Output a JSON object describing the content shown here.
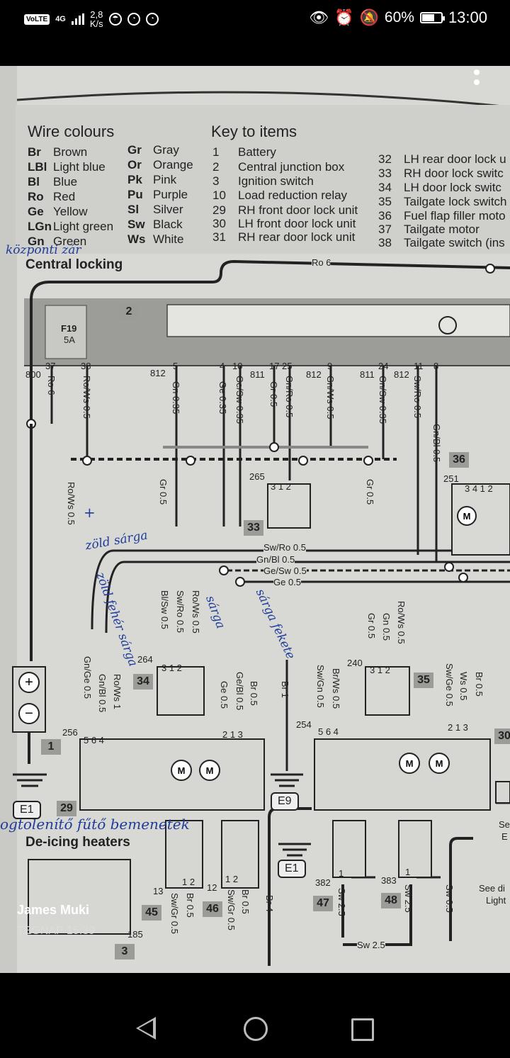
{
  "status_bar": {
    "volte": "VoLTE",
    "network": "4G",
    "speed_value": "2,8",
    "speed_unit": "K/s",
    "battery": "60%",
    "time": "13:00"
  },
  "viewer": {
    "sender_name": "James Muki",
    "sent_time": "TEGNAP 15:39"
  },
  "diagram": {
    "wire_colours_title": "Wire colours",
    "key_title": "Key to items",
    "wire_colours": [
      {
        "code": "Br",
        "name": "Brown"
      },
      {
        "code": "LBl",
        "name": "Light blue"
      },
      {
        "code": "Bl",
        "name": "Blue"
      },
      {
        "code": "Ro",
        "name": "Red"
      },
      {
        "code": "Ge",
        "name": "Yellow"
      },
      {
        "code": "LGn",
        "name": "Light green"
      },
      {
        "code": "Gn",
        "name": "Green"
      },
      {
        "code": "Gr",
        "name": "Gray"
      },
      {
        "code": "Or",
        "name": "Orange"
      },
      {
        "code": "Pk",
        "name": "Pink"
      },
      {
        "code": "Pu",
        "name": "Purple"
      },
      {
        "code": "Sl",
        "name": "Silver"
      },
      {
        "code": "Sw",
        "name": "Black"
      },
      {
        "code": "Ws",
        "name": "White"
      }
    ],
    "items_a": [
      {
        "num": "1",
        "name": "Battery"
      },
      {
        "num": "2",
        "name": "Central junction box"
      },
      {
        "num": "3",
        "name": "Ignition switch"
      },
      {
        "num": "10",
        "name": "Load reduction relay"
      },
      {
        "num": "29",
        "name": "RH front door lock unit"
      },
      {
        "num": "30",
        "name": "LH front door lock unit"
      },
      {
        "num": "31",
        "name": "RH rear door lock unit"
      }
    ],
    "items_b": [
      {
        "num": "32",
        "name": "LH rear door lock u"
      },
      {
        "num": "33",
        "name": "RH door lock switc"
      },
      {
        "num": "34",
        "name": "LH door lock switc"
      },
      {
        "num": "35",
        "name": "Tailgate lock switch"
      },
      {
        "num": "36",
        "name": "Fuel flap filler moto"
      },
      {
        "num": "37",
        "name": "Tailgate motor"
      },
      {
        "num": "38",
        "name": "Tailgate switch (ins"
      }
    ],
    "section_central_locking": "Central locking",
    "section_de_icing": "De-icing heaters",
    "handwriting": {
      "central": "központi zár",
      "de_icing": "ogtolenítő fűtő bemenetek",
      "green1": "zöld sárga",
      "green2": "zöld fehér sárga",
      "yellow": "sárga",
      "orange": "sárga fekete",
      "plus": "+"
    },
    "fuse": {
      "name": "F19",
      "rating": "5A"
    },
    "item_boxes": [
      "2",
      "33",
      "34",
      "35",
      "36",
      "1",
      "29",
      "30",
      "45",
      "46",
      "47",
      "48",
      "3"
    ],
    "ground_labels": [
      "E1",
      "E9",
      "E1"
    ],
    "connector_numbers": [
      "800",
      "37",
      "38",
      "812",
      "5",
      "4",
      "10",
      "811",
      "17",
      "25",
      "812",
      "9",
      "811",
      "24",
      "812",
      "11",
      "8"
    ],
    "component_refs": [
      "265",
      "251",
      "264",
      "240",
      "256",
      "254",
      "13",
      "12",
      "382",
      "383",
      "185"
    ],
    "pin_groups": [
      "3 1 2",
      "3 4 1 2",
      "3 1 2",
      "3 1 2",
      "5 6 4",
      "2 1 3",
      "5 6 4",
      "2 1 3",
      "1 2",
      "1 2",
      "1",
      "1"
    ],
    "wire_labels": {
      "top_bus": "Ro 6",
      "v_ro6": "Ro 6",
      "v_rows05": "Ro/Ws 0.5",
      "v_gn035": "Gn 0.35",
      "v_ge035": "Ge 0.35",
      "v_gesw035": "Ge/Sw 0.35",
      "v_gr05": "Gr 0.5",
      "v_gnro05": "Gn/Ro 0.5",
      "v_gnws05": "Gn/Ws 0.5",
      "v_gnsw035": "Gn/Sw 0.35",
      "v_swro05": "Sw/Ro 0.5",
      "v_gnbl05": "Gn/Bl 0.5",
      "h_swro": "Sw/Ro 0.5",
      "h_gnbl": "Gn/Bl 0.5",
      "h_gesw": "Ge/Sw 0.5",
      "h_ge": "Ge 0.5",
      "v_blsw": "Bl/Sw 0.5",
      "v_swro": "Sw/Ro 0.5",
      "v_rows": "Ro/Ws 0.5",
      "v_gebl": "Ge/Bl 0.5",
      "v_br05": "Br 0.5",
      "v_br1": "Br 1",
      "v_gnge": "Gn/Ge 0.5",
      "v_gnbl2": "Gn/Bl 0.5",
      "v_rows1": "Ro/Ws 1",
      "v_ge05": "Ge 0.5",
      "v_swgn": "Sw/Gn 0.5",
      "v_brws": "Br/Ws 0.5",
      "v_gn05": "Gn 0.5",
      "v_gr05b": "Gr 0.5",
      "v_swge": "Sw/Ge 0.5",
      "v_ws05": "Ws 0.5",
      "v_br05b": "Br 0.5",
      "v_swgr": "Sw/Gr 0.5",
      "v_br4": "Br 4",
      "v_sw25": "Sw 2.5",
      "h_sw25": "Sw 2.5",
      "v_sw05": "Sw 0.5",
      "see_text_1": "Se",
      "see_text_2": "E",
      "see_di": "See di",
      "light": "Light"
    }
  }
}
